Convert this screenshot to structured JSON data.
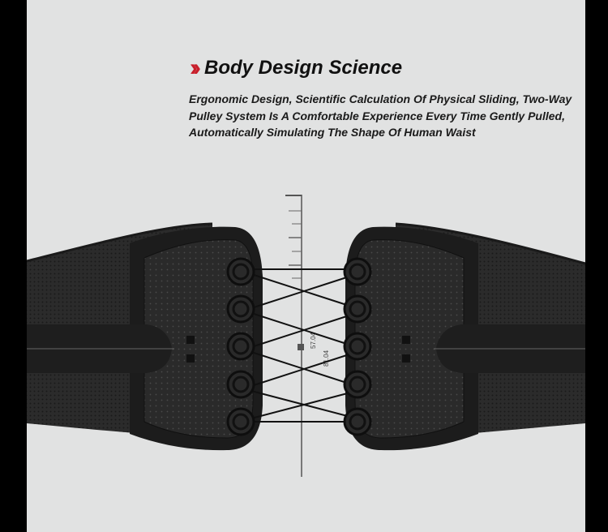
{
  "heading": {
    "icon": "double-chevron-right-icon",
    "accent_color": "#c81e2a",
    "title": "Body Design Science"
  },
  "description": {
    "lines": [
      "Ergonomic Design, Scientific Calculation Of Physical Sliding, Two-Way",
      "Pulley System Is A Comfortable Experience Every Time Gently Pulled,",
      "Automatically Simulating The Shape Of Human Waist"
    ]
  },
  "ruler": {
    "label_1": "57.04",
    "label_2": "81.04"
  },
  "product": {
    "name": "waist-brace-pulley-closure",
    "color": "#1d1d1d"
  }
}
